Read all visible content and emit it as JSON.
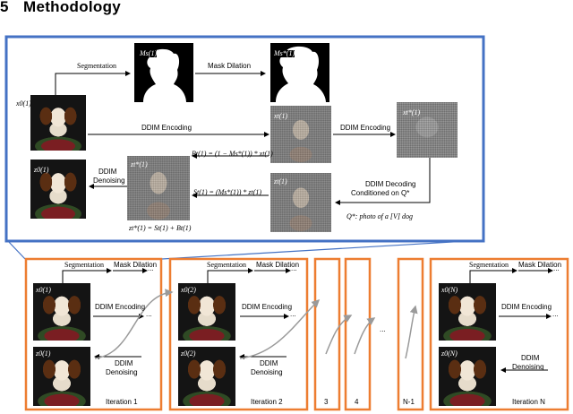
{
  "heading": {
    "number": "5",
    "title": "Methodology"
  },
  "colors": {
    "blue_frame": "#4472c4",
    "orange_frame": "#ed7d31",
    "arrow_gray": "#9a9a9a"
  },
  "top_panel": {
    "segmentation": "Segmentation",
    "mask_dilation": "Mask Dilation",
    "ddim_encoding_1": "DDIM Encoding",
    "ddim_encoding_2": "DDIM Encoding",
    "ddim_decoding_line1": "DDIM Decoding",
    "ddim_decoding_line2": "Conditioned on Q*",
    "ddim_denoising_line1": "DDIM",
    "ddim_denoising_line2": "Denoising",
    "prompt_label": "Q*: photo of a [V] dog",
    "sym_x0": "x0(1)",
    "sym_ms": "Ms(1)",
    "sym_ms_star": "Ms*(1)",
    "sym_xt": "xt(1)",
    "sym_xt_star": "xt*(1)",
    "sym_zt": "zt(1)",
    "sym_zt_star": "zt*(1)",
    "sym_z0": "z0(1)",
    "eq_b": "Bt(1) = (1 − Ms*(1)) * xt(1)",
    "eq_s": "St(1) = (Ms*(1)) * zt(1)",
    "eq_z": "zt*(1) = St(1) + Bt(1)"
  },
  "bottom_panels": {
    "iteration_1": {
      "segmentation": "Segmentation",
      "mask_dilation": "Mask Dilation",
      "ddim_encoding": "DDIM Encoding",
      "ddim_denoising_line1": "DDIM",
      "ddim_denoising_line2": "Denoising",
      "label": "Iteration 1",
      "sym_x": "x0(1)",
      "sym_z": "z0(1)"
    },
    "iteration_2": {
      "segmentation": "Segmentation",
      "mask_dilation": "Mask Dilation",
      "ddim_encoding": "DDIM Encoding",
      "ddim_denoising_line1": "DDIM",
      "ddim_denoising_line2": "Denoising",
      "label": "Iteration 2",
      "sym_x": "x0(2)",
      "sym_z": "z0(2)"
    },
    "step_3": "3",
    "step_4": "4",
    "step_n1": "N-1",
    "iteration_n": {
      "segmentation": "Segmentation",
      "mask_dilation": "Mask Dilation",
      "ddim_encoding": "DDIM Encoding",
      "ddim_denoising_line1": "DDIM",
      "ddim_denoising_line2": "Denoising",
      "label": "Iteration N",
      "sym_x": "x0(N)",
      "sym_z": "z0(N)"
    },
    "ellipsis": "..."
  }
}
